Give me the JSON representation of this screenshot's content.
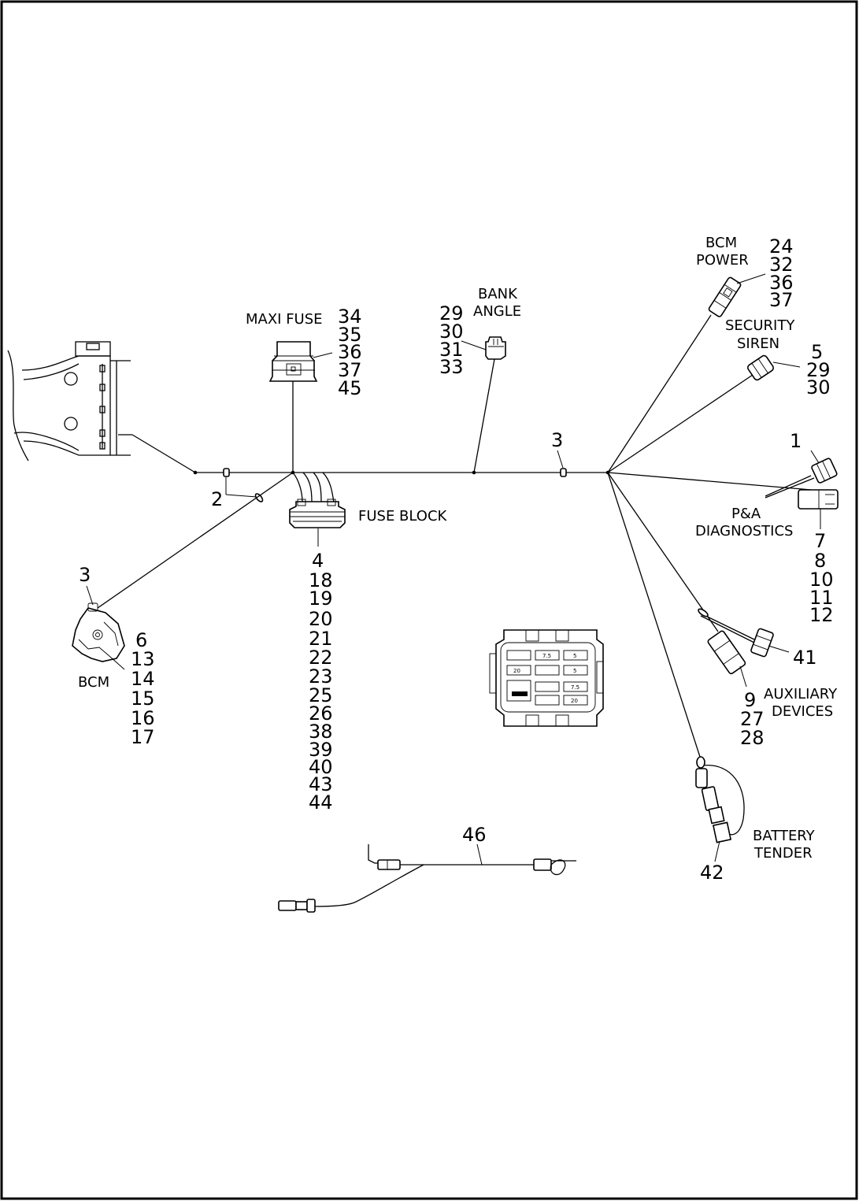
{
  "labels": {
    "maxi_fuse": "MAXI FUSE",
    "bank_angle_1": "BANK",
    "bank_angle_2": "ANGLE",
    "bcm_power_1": "BCM",
    "bcm_power_2": "POWER",
    "security_siren_1": "SECURITY",
    "security_siren_2": "SIREN",
    "fuse_block": "FUSE BLOCK",
    "pa_diag_1": "P&A",
    "pa_diag_2": "DIAGNOSTICS",
    "bcm": "BCM",
    "aux_1": "AUXILIARY",
    "aux_2": "DEVICES",
    "battery_1": "BATTERY",
    "battery_2": "TENDER"
  },
  "callouts": {
    "maxi_fuse": [
      "34",
      "35",
      "36",
      "37",
      "45"
    ],
    "bank_angle": [
      "29",
      "30",
      "31",
      "33"
    ],
    "bcm_power": [
      "24",
      "32",
      "36",
      "37"
    ],
    "security_siren": [
      "5",
      "29",
      "30"
    ],
    "clip_left": "2",
    "clip_right": "3",
    "clip_bcm": "3",
    "pa_top": "1",
    "pa_bottom": [
      "7",
      "8",
      "10",
      "11",
      "12"
    ],
    "fuse_block": [
      "4",
      "18",
      "19",
      "20",
      "21",
      "22",
      "23",
      "25",
      "26",
      "38",
      "39",
      "40",
      "43",
      "44"
    ],
    "bcm": [
      "6",
      "13",
      "14",
      "15",
      "16",
      "17"
    ],
    "aux_right": "41",
    "aux_bottom": [
      "9",
      "27",
      "28"
    ],
    "battery": "42",
    "extension": "46"
  },
  "fuse_block_detail": {
    "fuse_ratings": [
      "7.5",
      "5",
      "20",
      "5",
      "7.5",
      "20"
    ]
  }
}
